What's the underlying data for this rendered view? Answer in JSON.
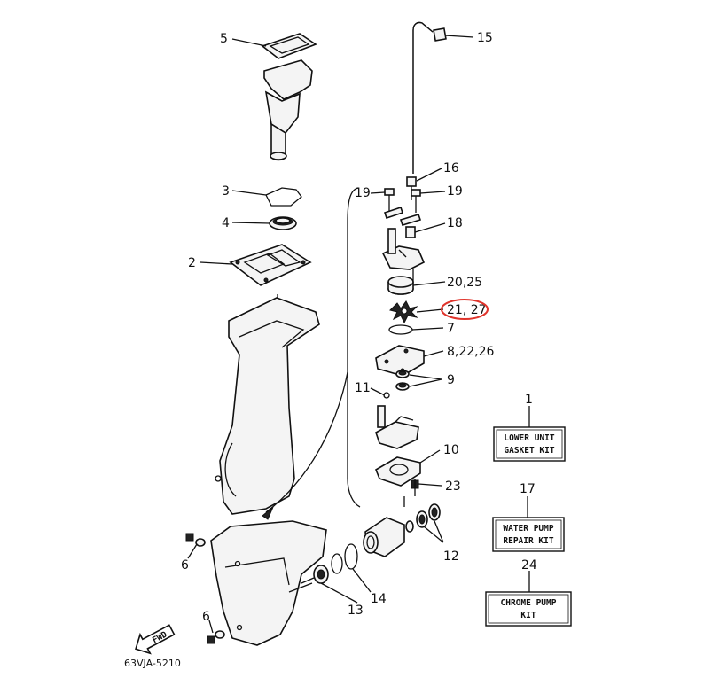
{
  "callouts": {
    "c5": "5",
    "c15": "15",
    "c3": "3",
    "c4": "4",
    "c2": "2",
    "c16": "16",
    "c19a": "19",
    "c19b": "19",
    "c18": "18",
    "c20_25": "20,25",
    "c21_27": "21, 27",
    "c7": "7",
    "c8_22_26": "8,22,26",
    "c9": "9",
    "c11": "11",
    "c10": "10",
    "c23": "23",
    "c12": "12",
    "c13": "13",
    "c14": "14",
    "c6a": "6",
    "c6b": "6",
    "c1": "1",
    "c17": "17",
    "c24": "24"
  },
  "kits": {
    "lower_unit_line1": "LOWER UNIT",
    "lower_unit_line2": "GASKET KIT",
    "water_pump_line1": "WATER PUMP",
    "water_pump_line2": "REPAIR KIT",
    "chrome_pump_line1": "CHROME PUMP",
    "chrome_pump_line2": "KIT"
  },
  "fwd_label": "FWD",
  "diagram_code": "63VJA-5210",
  "highlight_color": "#e0342c"
}
